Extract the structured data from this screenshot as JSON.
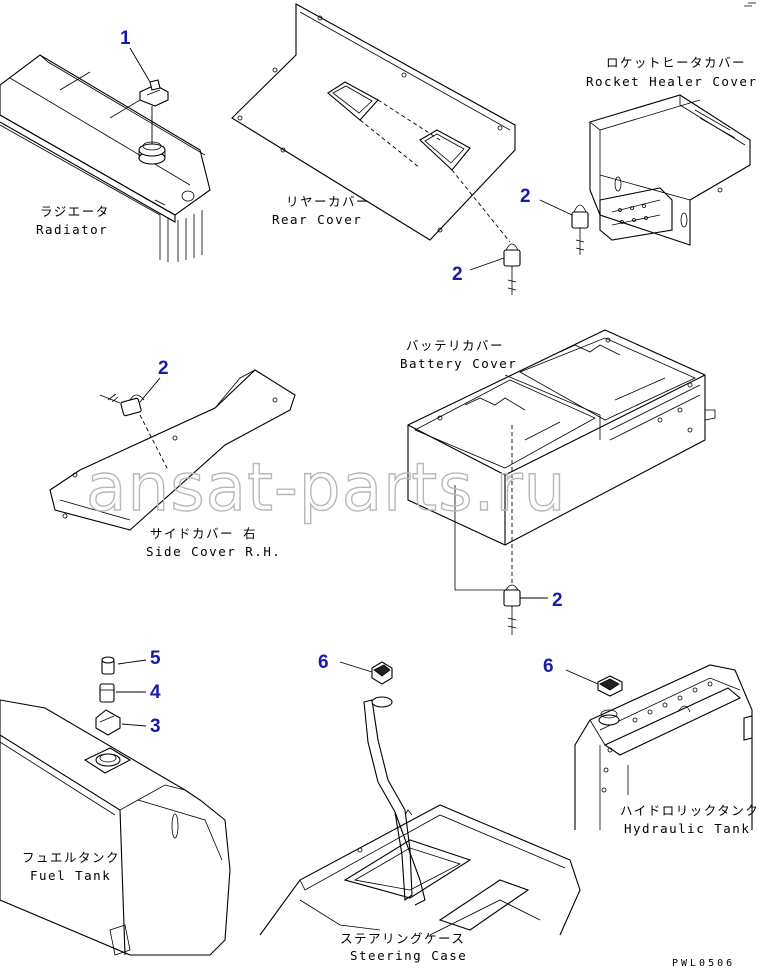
{
  "labels": {
    "radiator_jp": "ラジエータ",
    "radiator_en": "Radiator",
    "rear_cover_jp": "リヤーカバー",
    "rear_cover_en": "Rear Cover",
    "rocket_heater_jp": "ロケットヒータカバー",
    "rocket_heater_en": "Rocket Healer Cover",
    "battery_cover_jp": "バッテリカバー",
    "battery_cover_en": "Battery Cover",
    "side_cover_jp": "サイドカバー 右",
    "side_cover_en": "Side Cover R.H.",
    "fuel_tank_jp": "フュエルタンク",
    "fuel_tank_en": "Fuel Tank",
    "steering_case_jp": "ステアリングケース",
    "steering_case_en": "Steering Case",
    "hydraulic_tank_jp": "ハイドロリックタンク",
    "hydraulic_tank_en": "Hydraulic Tank"
  },
  "callouts": {
    "radiator_cap": "1",
    "rear_cover_lock": "2",
    "rocket_heater_lock": "2",
    "side_cover_lock": "2",
    "battery_cover_lock": "2",
    "fuel_cap": "3",
    "fuel_extension": "4",
    "fuel_plug": "5",
    "steering_cap": "6",
    "hydraulic_cap": "6"
  },
  "drawing_code": "PWL0506",
  "watermark": "ansat-parts.ru"
}
